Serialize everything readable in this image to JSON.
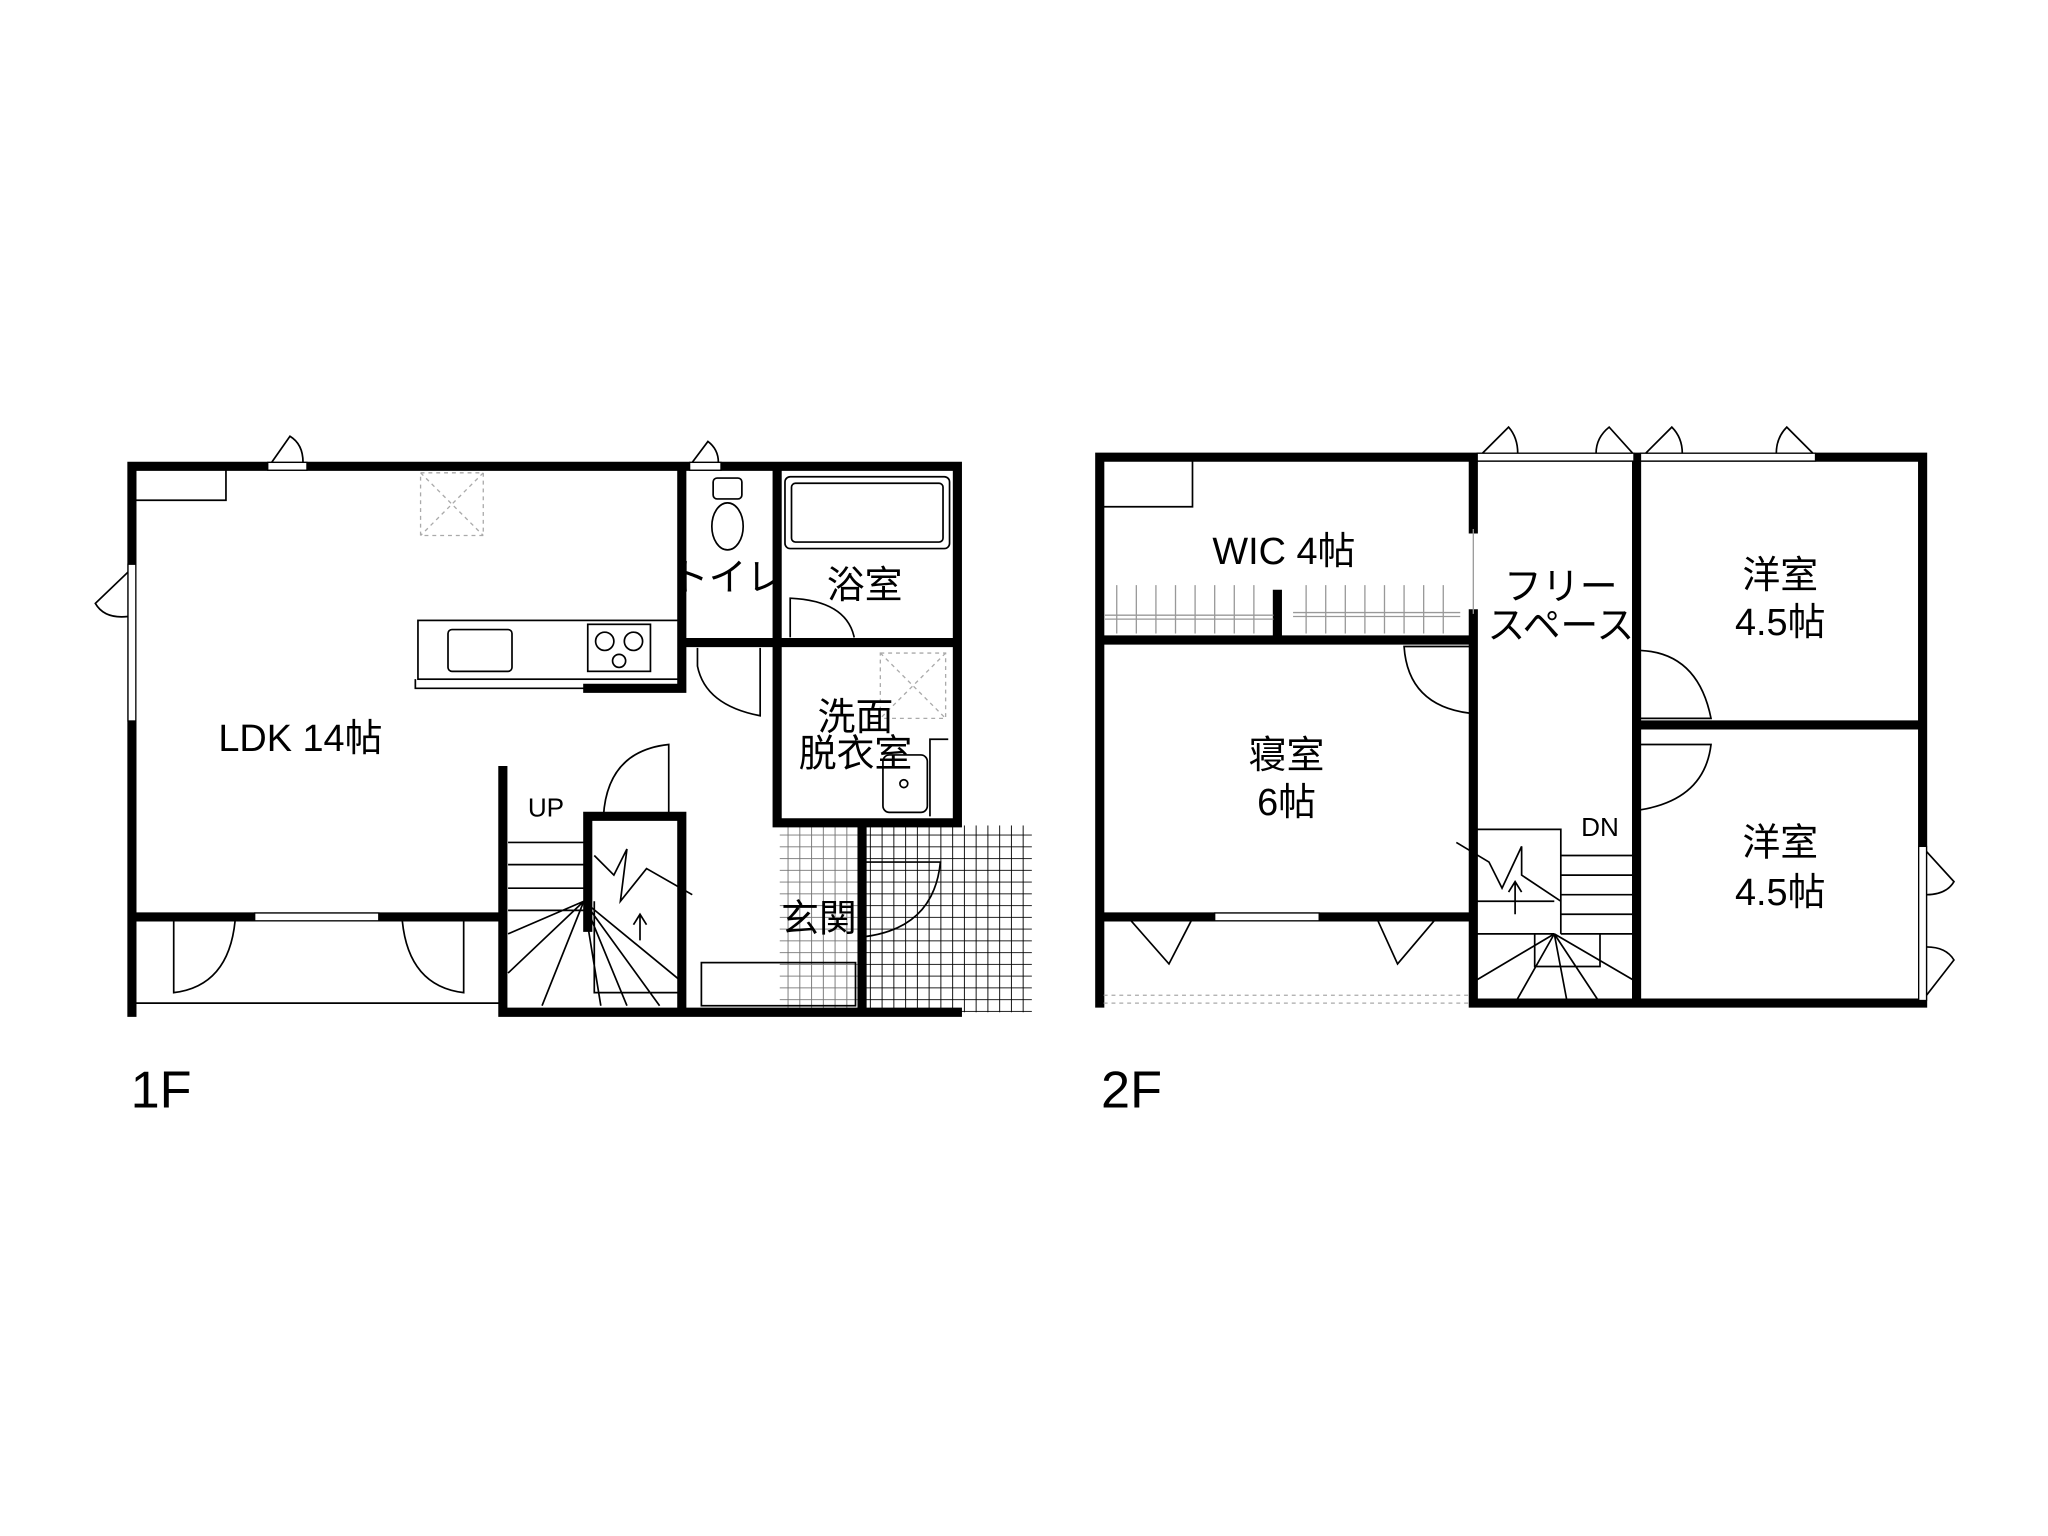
{
  "floors": [
    {
      "name": "1F",
      "rooms": {
        "ldk": "LDK 14帖",
        "toilet": "トイレ",
        "bath": "浴室",
        "wash_line1": "洗面",
        "wash_line2": "脱衣室",
        "entrance": "玄関",
        "stair": "UP"
      }
    },
    {
      "name": "2F",
      "rooms": {
        "wic": "WIC 4帖",
        "free_line1": "フリー",
        "free_line2": "スペース",
        "room1_line1": "洋室",
        "room1_line2": "4.5帖",
        "bedroom_line1": "寝室",
        "bedroom_line2": "6帖",
        "room2_line1": "洋室",
        "room2_line2": "4.5帖",
        "stair": "DN"
      }
    }
  ]
}
